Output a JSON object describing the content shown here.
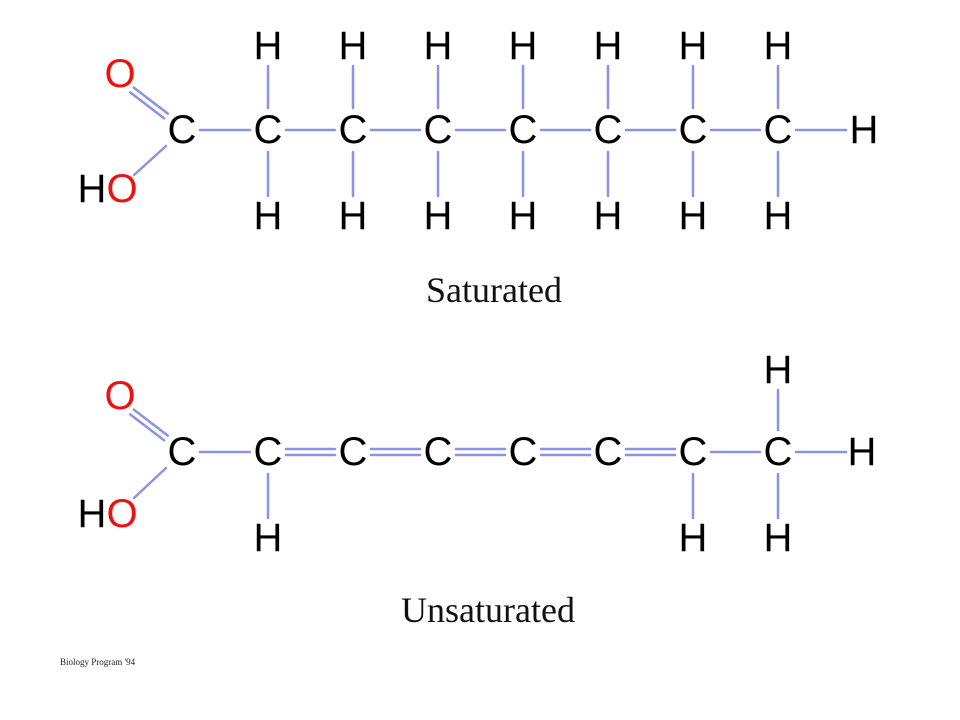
{
  "colors": {
    "oxygen": "#ee1111",
    "carbon": "#000000",
    "hydrogen": "#000000",
    "bond": "#8a94e6"
  },
  "saturated": {
    "caption": "Saturated",
    "atoms": {
      "oxygen": "O",
      "hydroxyl_h": "H",
      "hydroxyl_o": "O",
      "carbon": "C",
      "hydrogen": "H"
    }
  },
  "unsaturated": {
    "caption": "Unsaturated",
    "atoms": {
      "oxygen": "O",
      "hydroxyl_h": "H",
      "hydroxyl_o": "O",
      "carbon": "C",
      "hydrogen": "H"
    }
  },
  "credit": "Biology Program '94"
}
